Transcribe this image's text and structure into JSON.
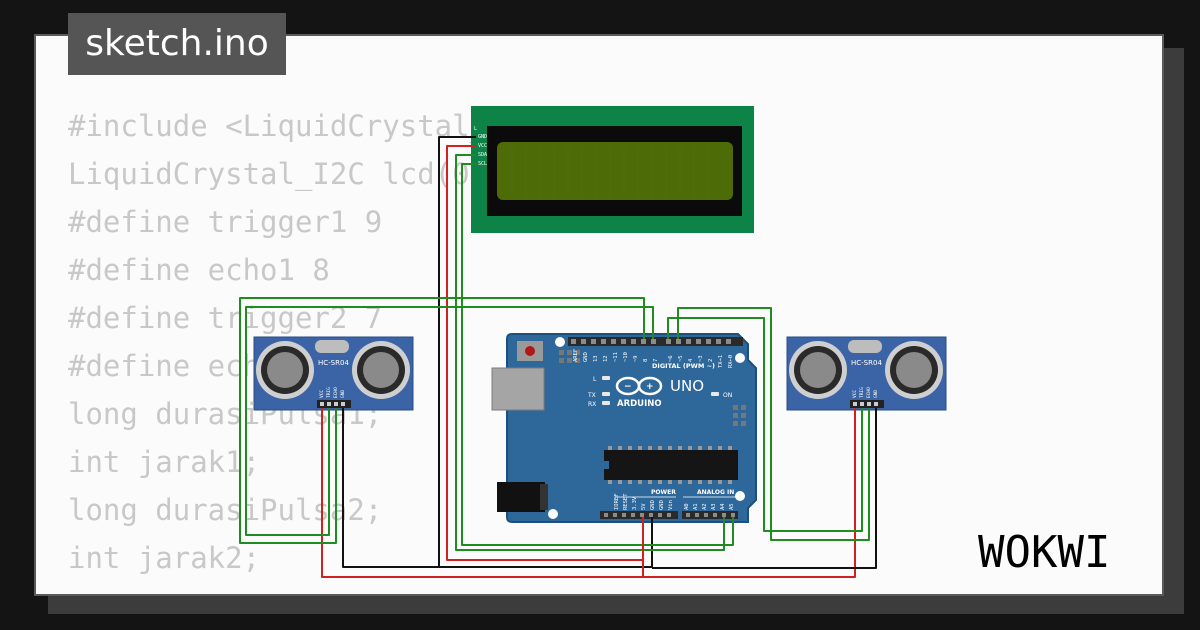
{
  "file_tab": {
    "filename": "sketch.ino"
  },
  "code_lines": [
    "#include <LiquidCrystal_I2C.h>",
    "LiquidCrystal_I2C lcd(0x27,16,2);",
    "#define trigger1 9",
    "#define echo1 8",
    "#define trigger2 7",
    "#define echo2 6",
    "long durasiPulsa1;",
    "int jarak1;",
    "long durasiPulsa2;",
    "int jarak2;"
  ],
  "lcd": {
    "pins": [
      "GND",
      "VCC",
      "SDA",
      "SCL"
    ],
    "colors": {
      "board": "#0d8347",
      "bezel": "#0b0b0b",
      "screen": "#4d6b06"
    }
  },
  "arduino": {
    "brand": "ARDUINO",
    "model": "UNO",
    "digital_label": "DIGITAL (PWM ~)",
    "power_label": "POWER",
    "analog_label": "ANALOG IN",
    "led_labels": [
      "L",
      "TX",
      "RX"
    ],
    "on_label": "ON",
    "digital_pins": [
      "AREF",
      "GND",
      "13",
      "12",
      "~11",
      "~10",
      "~9",
      "8",
      "7",
      "~6",
      "~5",
      "4",
      "~3",
      "2",
      "TX→1",
      "RX←0"
    ],
    "power_pins": [
      "IOREF",
      "RESET",
      "3.3V",
      "5V",
      "GND",
      "GND",
      "Vin"
    ],
    "analog_pins": [
      "A0",
      "A1",
      "A2",
      "A3",
      "A4",
      "A5"
    ],
    "colors": {
      "board": "#2e6799",
      "edge": "#1d4f7c"
    }
  },
  "sensors": [
    {
      "model": "HC-SR04",
      "pins": [
        "VCC",
        "TRIG",
        "ECHO",
        "GND"
      ]
    },
    {
      "model": "HC-SR04",
      "pins": [
        "VCC",
        "TRIG",
        "ECHO",
        "GND"
      ]
    }
  ],
  "wire_colors": {
    "green": "#1f8c1f",
    "red": "#d21f1f",
    "black": "#111111"
  },
  "brand": {
    "logo_text": "WOKWI"
  }
}
